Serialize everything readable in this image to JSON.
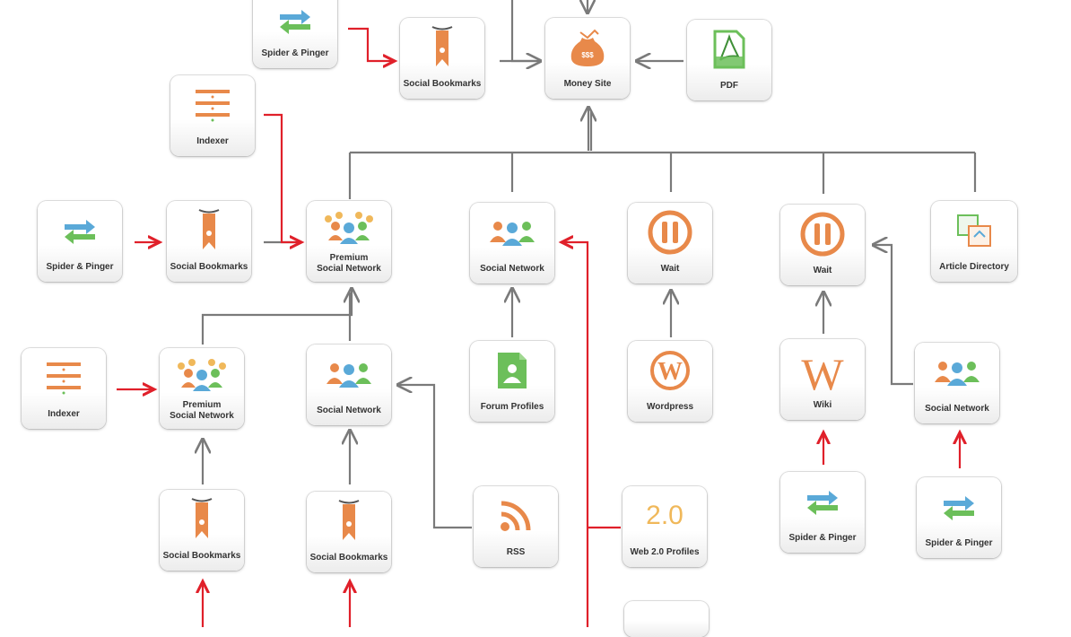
{
  "nodes": {
    "spider_top": {
      "label": "Spider & Pinger",
      "icon": "refresh-arrows-icon"
    },
    "bookmarks_top": {
      "label": "Social Bookmarks",
      "icon": "bookmark-icon"
    },
    "money_site": {
      "label": "Money Site",
      "icon": "money-bag-icon"
    },
    "pdf": {
      "label": "PDF",
      "icon": "pdf-icon"
    },
    "indexer_top": {
      "label": "Indexer",
      "icon": "indexer-icon"
    },
    "spider_left": {
      "label": "Spider & Pinger",
      "icon": "refresh-arrows-icon"
    },
    "bookmarks_left": {
      "label": "Social Bookmarks",
      "icon": "bookmark-icon"
    },
    "premium_1": {
      "label_line1": "Premium",
      "label_line2": "Social Network",
      "icon": "crowd-icon"
    },
    "social_network_1": {
      "label": "Social Network",
      "icon": "people-icon"
    },
    "wait_1": {
      "label": "Wait",
      "icon": "pause-icon"
    },
    "wait_2": {
      "label": "Wait",
      "icon": "pause-icon"
    },
    "article_directory": {
      "label": "Article Directory",
      "icon": "article-directory-icon"
    },
    "indexer_left": {
      "label": "Indexer",
      "icon": "indexer-icon"
    },
    "premium_2": {
      "label_line1": "Premium",
      "label_line2": "Social Network",
      "icon": "crowd-icon"
    },
    "social_network_2": {
      "label": "Social Network",
      "icon": "people-icon"
    },
    "forum_profiles": {
      "label": "Forum Profiles",
      "icon": "forum-profile-icon"
    },
    "wordpress": {
      "label": "Wordpress",
      "icon": "wordpress-icon"
    },
    "wiki": {
      "label": "Wiki",
      "icon": "wiki-icon"
    },
    "social_network_3": {
      "label": "Social Network",
      "icon": "people-icon"
    },
    "bookmarks_b1": {
      "label": "Social Bookmarks",
      "icon": "bookmark-icon"
    },
    "bookmarks_b2": {
      "label": "Social Bookmarks",
      "icon": "bookmark-icon"
    },
    "rss": {
      "label": "RSS",
      "icon": "rss-icon"
    },
    "web20": {
      "label": "Web 2.0 Profiles",
      "icon": "web20-icon",
      "icon_text": "2.0"
    },
    "spider_wiki": {
      "label": "Spider & Pinger",
      "icon": "refresh-arrows-icon"
    },
    "spider_sn": {
      "label": "Spider & Pinger",
      "icon": "refresh-arrows-icon"
    }
  },
  "colors": {
    "gray_link": "#7a7a7a",
    "red_link": "#e0202a",
    "orange": "#e8894a",
    "blue": "#5aa9d8",
    "green": "#6cbf5a"
  }
}
